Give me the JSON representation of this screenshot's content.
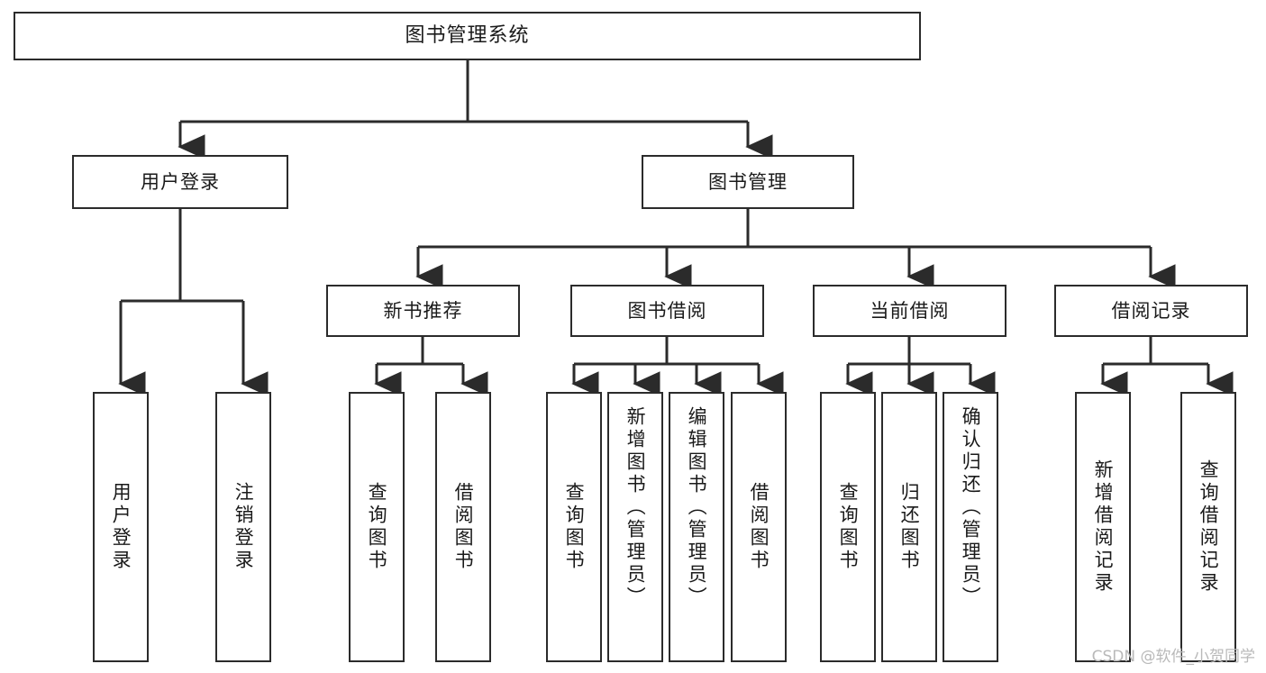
{
  "diagram": {
    "type": "tree-hierarchy",
    "title": "图书管理系统",
    "root": {
      "label": "图书管理系统"
    },
    "level1": [
      {
        "label": "用户登录"
      },
      {
        "label": "图书管理"
      }
    ],
    "level2": [
      {
        "label": "新书推荐"
      },
      {
        "label": "图书借阅"
      },
      {
        "label": "当前借阅"
      },
      {
        "label": "借阅记录"
      }
    ],
    "leaves": {
      "user_login": [
        {
          "label": "用户登录"
        },
        {
          "label": "注销登录"
        }
      ],
      "new_book_recommend": [
        {
          "label": "查询图书"
        },
        {
          "label": "借阅图书"
        }
      ],
      "book_borrow": [
        {
          "label": "查询图书"
        },
        {
          "label": "新增图书（管理员）"
        },
        {
          "label": "编辑图书（管理员）"
        },
        {
          "label": "借阅图书"
        }
      ],
      "current_borrow": [
        {
          "label": "查询图书"
        },
        {
          "label": "归还图书"
        },
        {
          "label": "确认归还（管理员）"
        }
      ],
      "borrow_record": [
        {
          "label": "新增借阅记录"
        },
        {
          "label": "查询借阅记录"
        }
      ]
    }
  },
  "watermark": {
    "text": "CSDN @软件_小贺同学"
  },
  "colors": {
    "stroke": "#2b2b2b",
    "node_fill": "#ffffff",
    "background": "#ffffff",
    "watermark": "#b9b9b9"
  }
}
